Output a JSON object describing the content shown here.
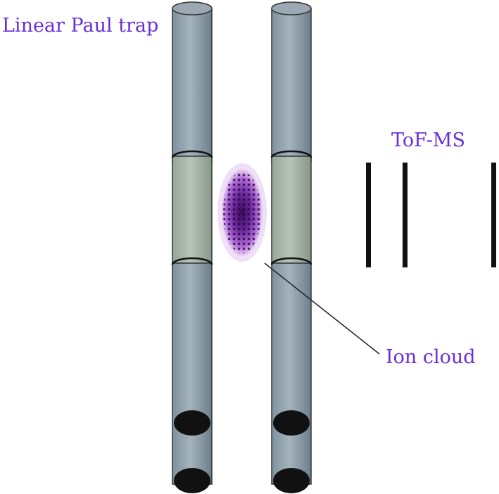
{
  "labels": {
    "trap": "Linear Paul trap",
    "tof": "ToF-MS",
    "ion_cloud": "Ion cloud"
  },
  "colors": {
    "label_text": "#6a2fd6",
    "rod_body": "#8799a6",
    "rod_segment": "#9fae9f",
    "rod_hole": "#111111",
    "electrode": "#111111",
    "ion_cloud": "#8a2be2",
    "pointer_line": "#222222"
  },
  "icons": {
    "electrode": "vertical-bar-electrode",
    "ion": "ion-dot"
  }
}
